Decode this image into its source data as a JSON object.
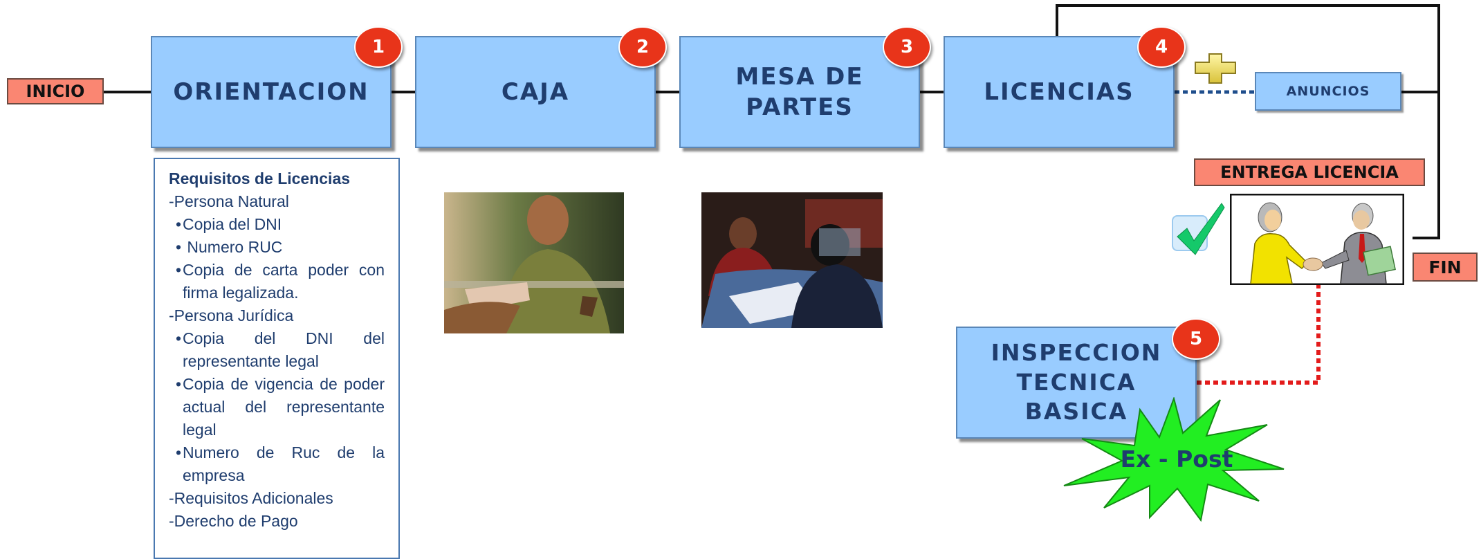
{
  "start_label": "INICIO",
  "end_label": "FIN",
  "steps": [
    {
      "number": "1",
      "label": "ORIENTACION"
    },
    {
      "number": "2",
      "label": "CAJA"
    },
    {
      "number": "3",
      "label": "MESA DE\nPARTES"
    },
    {
      "number": "4",
      "label": "LICENCIAS"
    },
    {
      "number": "5",
      "label": "INSPECCION\nTECNICA\nBASICA"
    }
  ],
  "anuncios_label": "ANUNCIOS",
  "entrega_label": "ENTREGA LICENCIA",
  "starburst_label": "Ex - Post",
  "requirements": {
    "title": "Requisitos de Licencias",
    "natural_heading": "-Persona Natural",
    "natural_items": [
      "Copia del DNI",
      " Numero RUC",
      "Copia de carta poder con firma legalizada."
    ],
    "juridica_heading": "-Persona Jurídica",
    "juridica_items": [
      "Copia del DNI del representante legal",
      "Copia de vigencia de poder actual del representante legal",
      "Numero de Ruc de la empresa"
    ],
    "extra_1": "-Requisitos Adicionales",
    "extra_2": "-Derecho de Pago"
  },
  "colors": {
    "step_fill": "#99ccff",
    "badge_fill": "#e8341a",
    "label_fill": "#fa8672",
    "starburst_fill": "#22ee22",
    "dotted_blue": "#1f4e8c",
    "dotted_red": "#e31b1b"
  },
  "icons": [
    "plus-icon",
    "checkmark-icon",
    "handshake-illustration",
    "cashier-photo",
    "office-desk-photo"
  ]
}
